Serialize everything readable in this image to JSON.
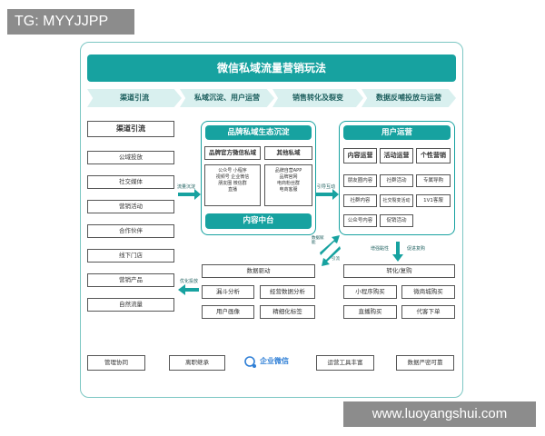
{
  "watermark_top": "TG: MYYJJPP",
  "watermark_bottom": "www.luoyangshui.com",
  "title": "微信私域流量营销玩法",
  "steps": [
    "渠道引流",
    "私域沉淀、用户运营",
    "销售转化及裂变",
    "数据反哺投放与运营"
  ],
  "channels": {
    "title": "渠道引流",
    "items": [
      "公域投放",
      "社交媒体",
      "营销活动",
      "合作伙伴",
      "线下门店",
      "营销产品",
      "自然流量"
    ]
  },
  "ecosystem": {
    "title": "品牌私域生态沉淀",
    "col1_title": "品牌官方微信私域",
    "col2_title": "其他私域",
    "col1_lines": [
      "公众号  小程序",
      "视频号  企业微信",
      "朋友圈  微信群",
      "直播"
    ],
    "col2_lines": [
      "品牌自营APP",
      "品牌官网",
      "电商粉丝群",
      "电商客服"
    ],
    "content_platform": "内容中台"
  },
  "ops": {
    "title": "用户运营",
    "row1": [
      "内容运营",
      "活动运营",
      "个性营销"
    ],
    "row2": [
      "朋友圈内容",
      "社群活动",
      "专属导购"
    ],
    "row3": [
      "社群内容",
      "社交裂变活动",
      "1V1客服"
    ],
    "row4": [
      "公众号内容",
      "促销活动"
    ]
  },
  "arrows": {
    "to_ecosystem": "流量沉淀",
    "to_ops": "引导互动",
    "feedback_a": "数据赋能",
    "feedback_b": "引流",
    "enhance": "增强黏性",
    "promote": "促进复购",
    "optimize": "优化投放"
  },
  "data": {
    "title": "数据驱动",
    "items": [
      "漏斗分析",
      "经营数据分析",
      "用户画像",
      "精细化标签"
    ]
  },
  "convert": {
    "title": "转化/复购",
    "items": [
      "小程序购买",
      "微商城购买",
      "直播购买",
      "代客下单"
    ]
  },
  "bottom": {
    "items": [
      "管理协同",
      "离职继承",
      "运营工具丰富",
      "数据严密可靠"
    ],
    "logo": "企业微信"
  },
  "colors": {
    "primary": "#17a2a0",
    "light": "#d9f0ef",
    "frame": "#7cc7c3"
  }
}
